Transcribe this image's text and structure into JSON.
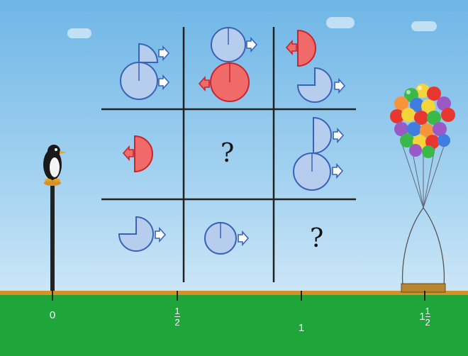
{
  "grid": {
    "question_center": "?",
    "question_bottom_right": "?"
  },
  "number_line": {
    "label_zero": "0",
    "label_half_num": "1",
    "label_half_den": "2",
    "label_one": "1",
    "label_one_half_whole": "1",
    "label_one_half_num": "1",
    "label_one_half_den": "2"
  },
  "colors": {
    "sky_top": "#6fb6e6",
    "ground": "#1ea63a",
    "ground_strip": "#d4912a",
    "shape_blue_fill": "#b7cdee",
    "shape_blue_stroke": "#3a62b8",
    "shape_red_fill": "#f16a6a",
    "shape_red_stroke": "#c9252b"
  }
}
